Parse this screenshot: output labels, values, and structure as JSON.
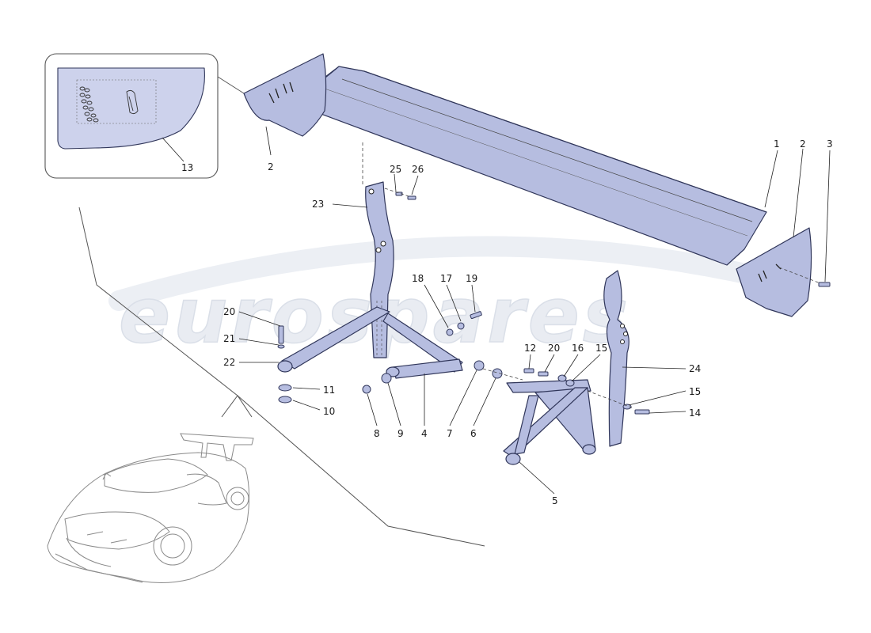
{
  "watermark": {
    "text": "eurospares",
    "color": "#e6e9f0"
  },
  "colors": {
    "part_fill": "#b6bde0",
    "part_stroke": "#30365a",
    "label": "#1a1a1a"
  },
  "inset": {
    "label": "13"
  },
  "callouts": [
    {
      "id": "1",
      "text": "1"
    },
    {
      "id": "2a",
      "text": "2"
    },
    {
      "id": "2b",
      "text": "2"
    },
    {
      "id": "3",
      "text": "3"
    },
    {
      "id": "4",
      "text": "4"
    },
    {
      "id": "5",
      "text": "5"
    },
    {
      "id": "6",
      "text": "6"
    },
    {
      "id": "7",
      "text": "7"
    },
    {
      "id": "8",
      "text": "8"
    },
    {
      "id": "9",
      "text": "9"
    },
    {
      "id": "10",
      "text": "10"
    },
    {
      "id": "11",
      "text": "11"
    },
    {
      "id": "12",
      "text": "12"
    },
    {
      "id": "14",
      "text": "14"
    },
    {
      "id": "15a",
      "text": "15"
    },
    {
      "id": "15b",
      "text": "15"
    },
    {
      "id": "16",
      "text": "16"
    },
    {
      "id": "17",
      "text": "17"
    },
    {
      "id": "18",
      "text": "18"
    },
    {
      "id": "19",
      "text": "19"
    },
    {
      "id": "20a",
      "text": "20"
    },
    {
      "id": "20b",
      "text": "20"
    },
    {
      "id": "21",
      "text": "21"
    },
    {
      "id": "22",
      "text": "22"
    },
    {
      "id": "23",
      "text": "23"
    },
    {
      "id": "24",
      "text": "24"
    },
    {
      "id": "25",
      "text": "25"
    },
    {
      "id": "26",
      "text": "26"
    }
  ]
}
